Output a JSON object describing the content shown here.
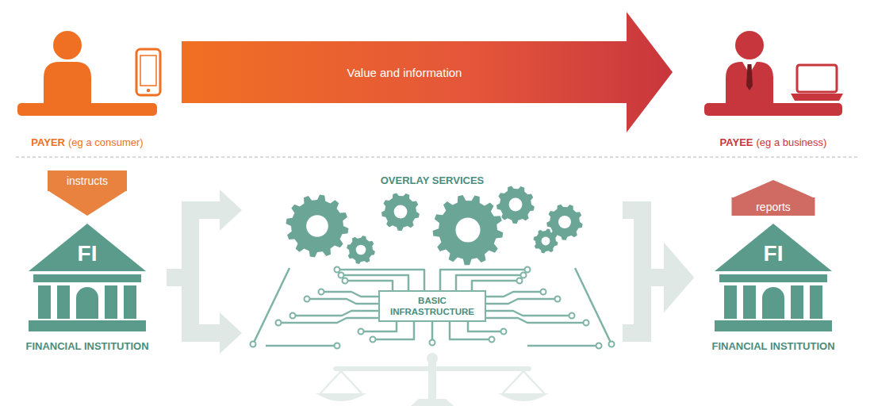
{
  "diagram": {
    "nodes": [
      {
        "text": [
          "PAYER",
          "(eg a consumer)"
        ]
      },
      {
        "text": [
          "PAYEE",
          "(eg a business)"
        ]
      },
      {
        "text": [
          "FI",
          "FINANCIAL INSTITUTION"
        ]
      },
      {
        "text": [
          "OVERLAY SERVICES"
        ]
      },
      {
        "text": [
          "BASIC INFRASTRUCTURE"
        ]
      },
      {
        "text": [
          "FI",
          "FINANCIAL INSTITUTION"
        ]
      }
    ],
    "edges": [
      {
        "from": 0,
        "to": 1,
        "label": "Value and information",
        "arrow": "to"
      },
      {
        "from": 0,
        "to": 2,
        "label": "instructs",
        "arrow": "to"
      },
      {
        "from": 2,
        "to": 3,
        "arrow": "to"
      },
      {
        "from": 2,
        "to": 4,
        "arrow": "to"
      },
      {
        "from": 3,
        "to": 5,
        "arrow": "to"
      },
      {
        "from": 4,
        "to": 5,
        "arrow": "to"
      },
      {
        "from": 5,
        "to": 1,
        "label": "reports",
        "arrow": "to"
      }
    ]
  }
}
